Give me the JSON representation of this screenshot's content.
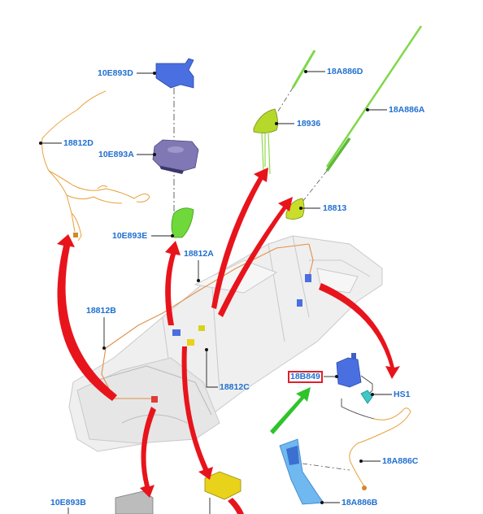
{
  "labels": {
    "p10E893D": "10E893D",
    "p18812D": "18812D",
    "p10E893A": "10E893A",
    "p10E893E": "10E893E",
    "p18A886D": "18A886D",
    "p18936": "18936",
    "p18A886A": "18A886A",
    "p18813": "18813",
    "p18812A": "18812A",
    "p18812B": "18812B",
    "p18812C": "18812C",
    "p18B849": "18B849",
    "pHS1": "HS1",
    "p18A886C": "18A886C",
    "p10E893B": "10E893B",
    "p18A886B": "18A886B"
  },
  "colors": {
    "label_text": "#1f6fd0",
    "callout_arrow": "#e8141c",
    "highlight_arrow": "#2ec42a",
    "highlight_box": "#e0202a",
    "part_blue": "#4a6fe0",
    "part_purple": "#7f78b4",
    "part_green": "#6fd83a",
    "part_yellow": "#e8d21a",
    "harness_orange": "#e8a23c",
    "body_outline": "#c8c8c8"
  }
}
